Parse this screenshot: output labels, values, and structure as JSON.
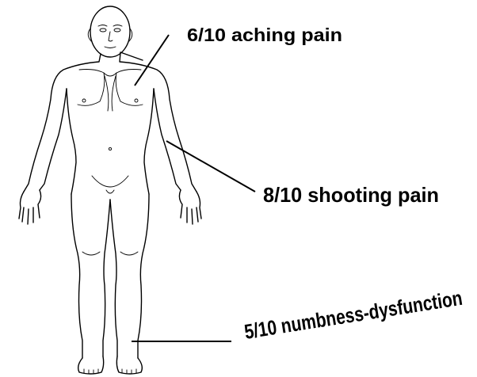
{
  "annotations": [
    {
      "id": "chest",
      "label": "6/10 aching pain"
    },
    {
      "id": "arm",
      "label": "8/10 shooting pain"
    },
    {
      "id": "foot",
      "label": "5/10 numbness-dysfunction"
    }
  ],
  "colors": {
    "line": "#000000",
    "background": "#ffffff"
  }
}
